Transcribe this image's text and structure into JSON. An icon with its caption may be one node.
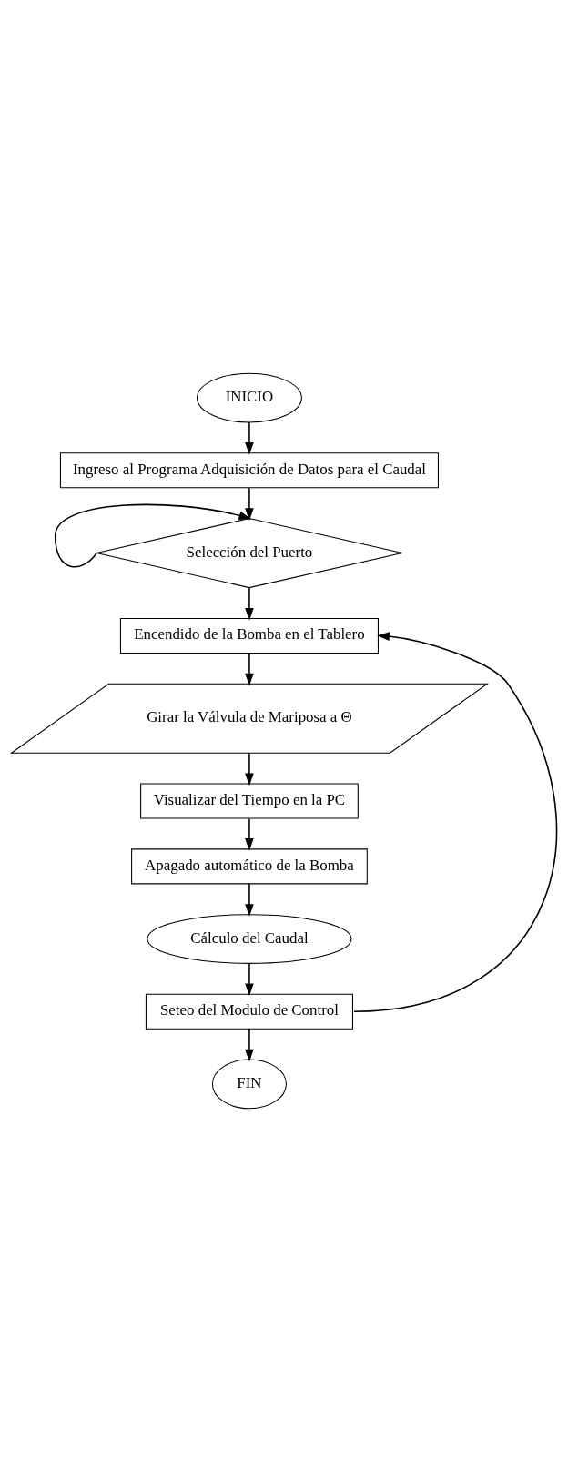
{
  "diagram": {
    "nodes": [
      {
        "text": [
          "INICIO"
        ]
      },
      {
        "text": [
          "Ingreso al Programa Adquisición de Datos para el Caudal"
        ]
      },
      {
        "text": [
          "Selección del Puerto"
        ]
      },
      {
        "text": [
          "Encendido de la Bomba en el Tablero"
        ]
      },
      {
        "text": [
          "Girar la Válvula de Mariposa a Θ"
        ]
      },
      {
        "text": [
          "Visualizar del Tiempo en la PC"
        ]
      },
      {
        "text": [
          "Apagado automático de la Bomba"
        ]
      },
      {
        "text": [
          "Cálculo del Caudal"
        ]
      },
      {
        "text": [
          "Seteo del Modulo de Control"
        ]
      },
      {
        "text": [
          "FIN"
        ]
      }
    ],
    "edges": [
      {
        "from": 0,
        "to": 1,
        "arrow": "to"
      },
      {
        "from": 1,
        "to": 2,
        "arrow": "to"
      },
      {
        "from": 2,
        "to": 2,
        "arrow": "to"
      },
      {
        "from": 2,
        "to": 3,
        "arrow": "to"
      },
      {
        "from": 3,
        "to": 4,
        "arrow": "to"
      },
      {
        "from": 4,
        "to": 5,
        "arrow": "to"
      },
      {
        "from": 5,
        "to": 6,
        "arrow": "to"
      },
      {
        "from": 6,
        "to": 7,
        "arrow": "to"
      },
      {
        "from": 7,
        "to": 8,
        "arrow": "to"
      },
      {
        "from": 8,
        "to": 9,
        "arrow": "to"
      },
      {
        "from": 8,
        "to": 3,
        "arrow": "to"
      }
    ]
  }
}
